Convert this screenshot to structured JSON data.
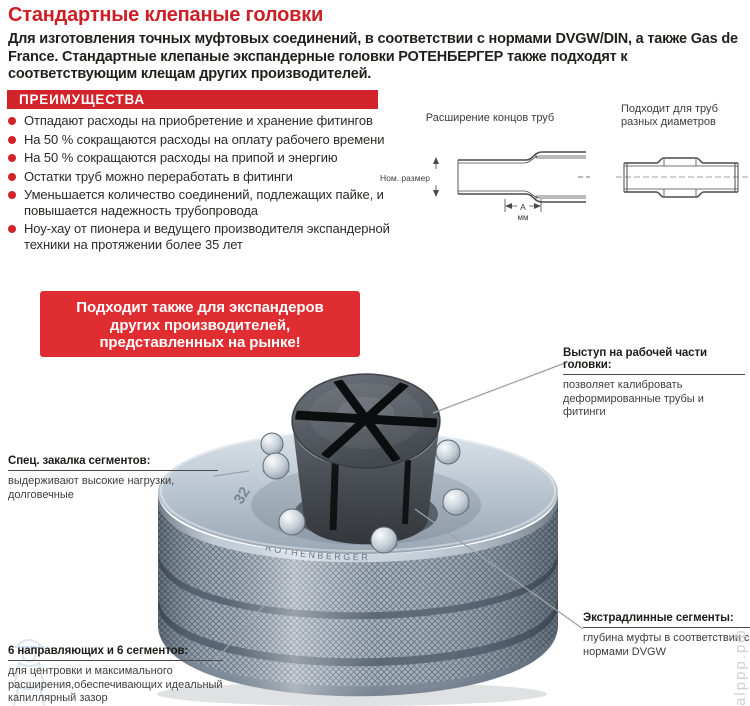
{
  "page": {
    "title": "Стандартные клепаные головки",
    "intro": "Для изготовления точных муфтовых соединений, в соответствии с нормами DVGW/DIN, а также Gas de France. Стандартные клепаные экспандерные головки РОТЕНБЕРГЕР также подходят к соответствующим клещам других производителей."
  },
  "advantages": {
    "header": "ПРЕИМУЩЕСТВА",
    "items": [
      "Отпадают расходы на приобретение и хранение фитингов",
      "На 50 % сокращаются расходы на оплату рабочего времени",
      "На 50 % сокращаются расходы на припой и энергию",
      "Остатки труб можно переработать в фитинги",
      "Уменьшается количество соединений, подлежащих пайке, и повышается надежность трубопровода",
      "Ноу-хау от пионера и ведущего производителя экспандерной техники на протяжении более 35 лет"
    ]
  },
  "diagrams": {
    "expansion": {
      "caption": "Расширение концов труб",
      "nominal_label": "Ном. размер",
      "dim_letter": "A",
      "dim_unit": "мм"
    },
    "diameters": {
      "caption": "Подходит для труб разных диаметров"
    }
  },
  "callout": {
    "lines": [
      "Подходит также для экспандеров",
      "других производителей,",
      "представленных на рынке!"
    ]
  },
  "product": {
    "size_marking": "32",
    "brand_marking": "ROTHENBERGER"
  },
  "labels": {
    "protrusion": {
      "title": "Выступ на рабочей части головки:",
      "body": "позволяет калибровать деформированные трубы и фитинги"
    },
    "hardening": {
      "title": "Спец. закалка сегментов:",
      "body": "выдерживают высокие нагрузки, долговечные"
    },
    "extralong": {
      "title": "Экстрадлинные сегменты:",
      "body": "глубина муфты в соответствии с нормами DVGW"
    },
    "guides": {
      "title": "6 направляющих и 6 сегментов:",
      "body": "для центровки и максимального расширения,обеспечивающих идеальный капиллярный зазор"
    }
  },
  "watermark": {
    "text": "alppp.рф"
  }
}
